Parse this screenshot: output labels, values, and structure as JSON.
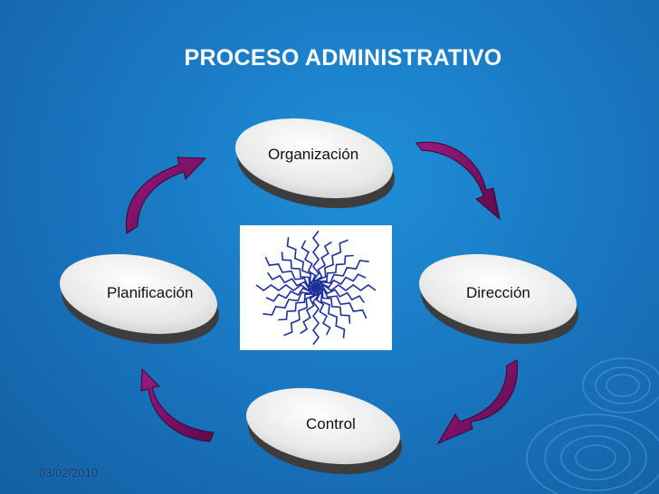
{
  "slide": {
    "title": "PROCESO ADMINISTRATIVO",
    "date": "03/02/2010",
    "colors": {
      "background": "#1a78c2",
      "node_fill": "#f2f2f2",
      "node_shadow": "#4a4a4a",
      "arrow": "#7a0f63",
      "star_line": "#1d2f9a"
    },
    "nodes": [
      {
        "id": "organizacion",
        "label": "Organización"
      },
      {
        "id": "direccion",
        "label": "Dirección"
      },
      {
        "id": "control",
        "label": "Control"
      },
      {
        "id": "planificacion",
        "label": "Planificación"
      }
    ],
    "center_image": "starburst-icon"
  }
}
